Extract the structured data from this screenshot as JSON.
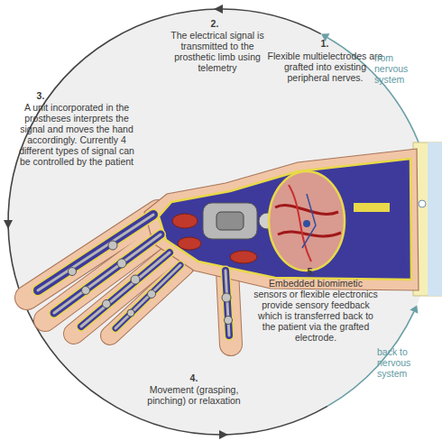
{
  "diagram": {
    "labels": [
      "1.",
      "Flexible multielectrodes are grafted into existing peripheral nerves.",
      "2.",
      "The electrical signal is transmitted to the prosthetic limb using telemetry",
      "3.",
      "A unit incorporated in the prostheses interprets the signal and moves the hand accordingly. Currently 4 different types of signal can be controlled by the patient",
      "4.",
      "Movement (grasping, pinching) or relaxation",
      "5.",
      "Embedded biomimetic sensors or flexible electronics provide sensory feedback which is transferred back to the patient via the grafted electrode.",
      "from nervous system",
      "back to nervous system"
    ]
  }
}
